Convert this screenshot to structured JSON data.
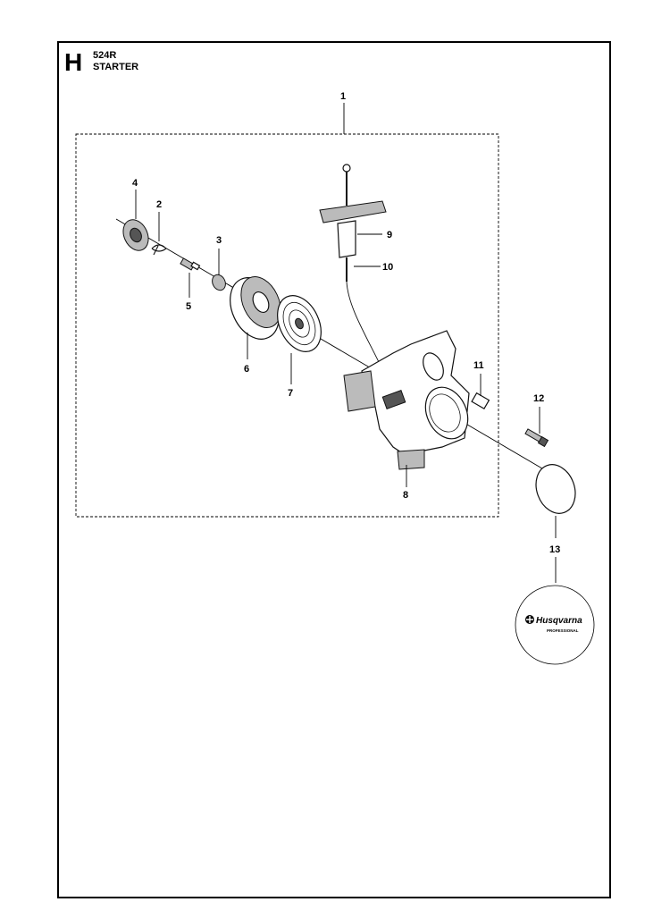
{
  "header": {
    "section_letter": "H",
    "model": "524R",
    "section_name": "STARTER"
  },
  "callouts": {
    "c1": "1",
    "c2": "2",
    "c3": "3",
    "c4": "4",
    "c5": "5",
    "c6": "6",
    "c7": "7",
    "c8": "8",
    "c9": "9",
    "c10": "10",
    "c11": "11",
    "c12": "12",
    "c13": "13"
  },
  "decal": {
    "brand": "Husqvarna",
    "sub": "PROFESSIONAL"
  }
}
